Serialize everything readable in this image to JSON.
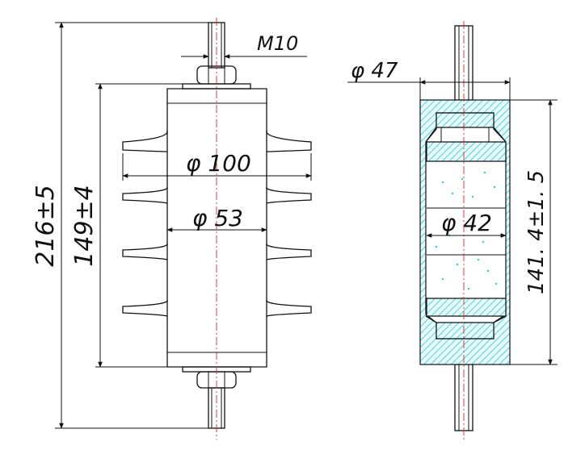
{
  "dimensions": {
    "thread": "M10",
    "overall_height": "216±5",
    "insulator_height": "149±4",
    "shed_diameter": "φ 100",
    "core_diameter": "φ 53",
    "block_outer_diameter": "φ 47",
    "block_inner_diameter": "φ 42",
    "block_height": "141. 4±1. 5"
  },
  "colors": {
    "outline": "#111111",
    "centerline": "#e0262a",
    "hatch_fill": "#2bd0d8"
  }
}
